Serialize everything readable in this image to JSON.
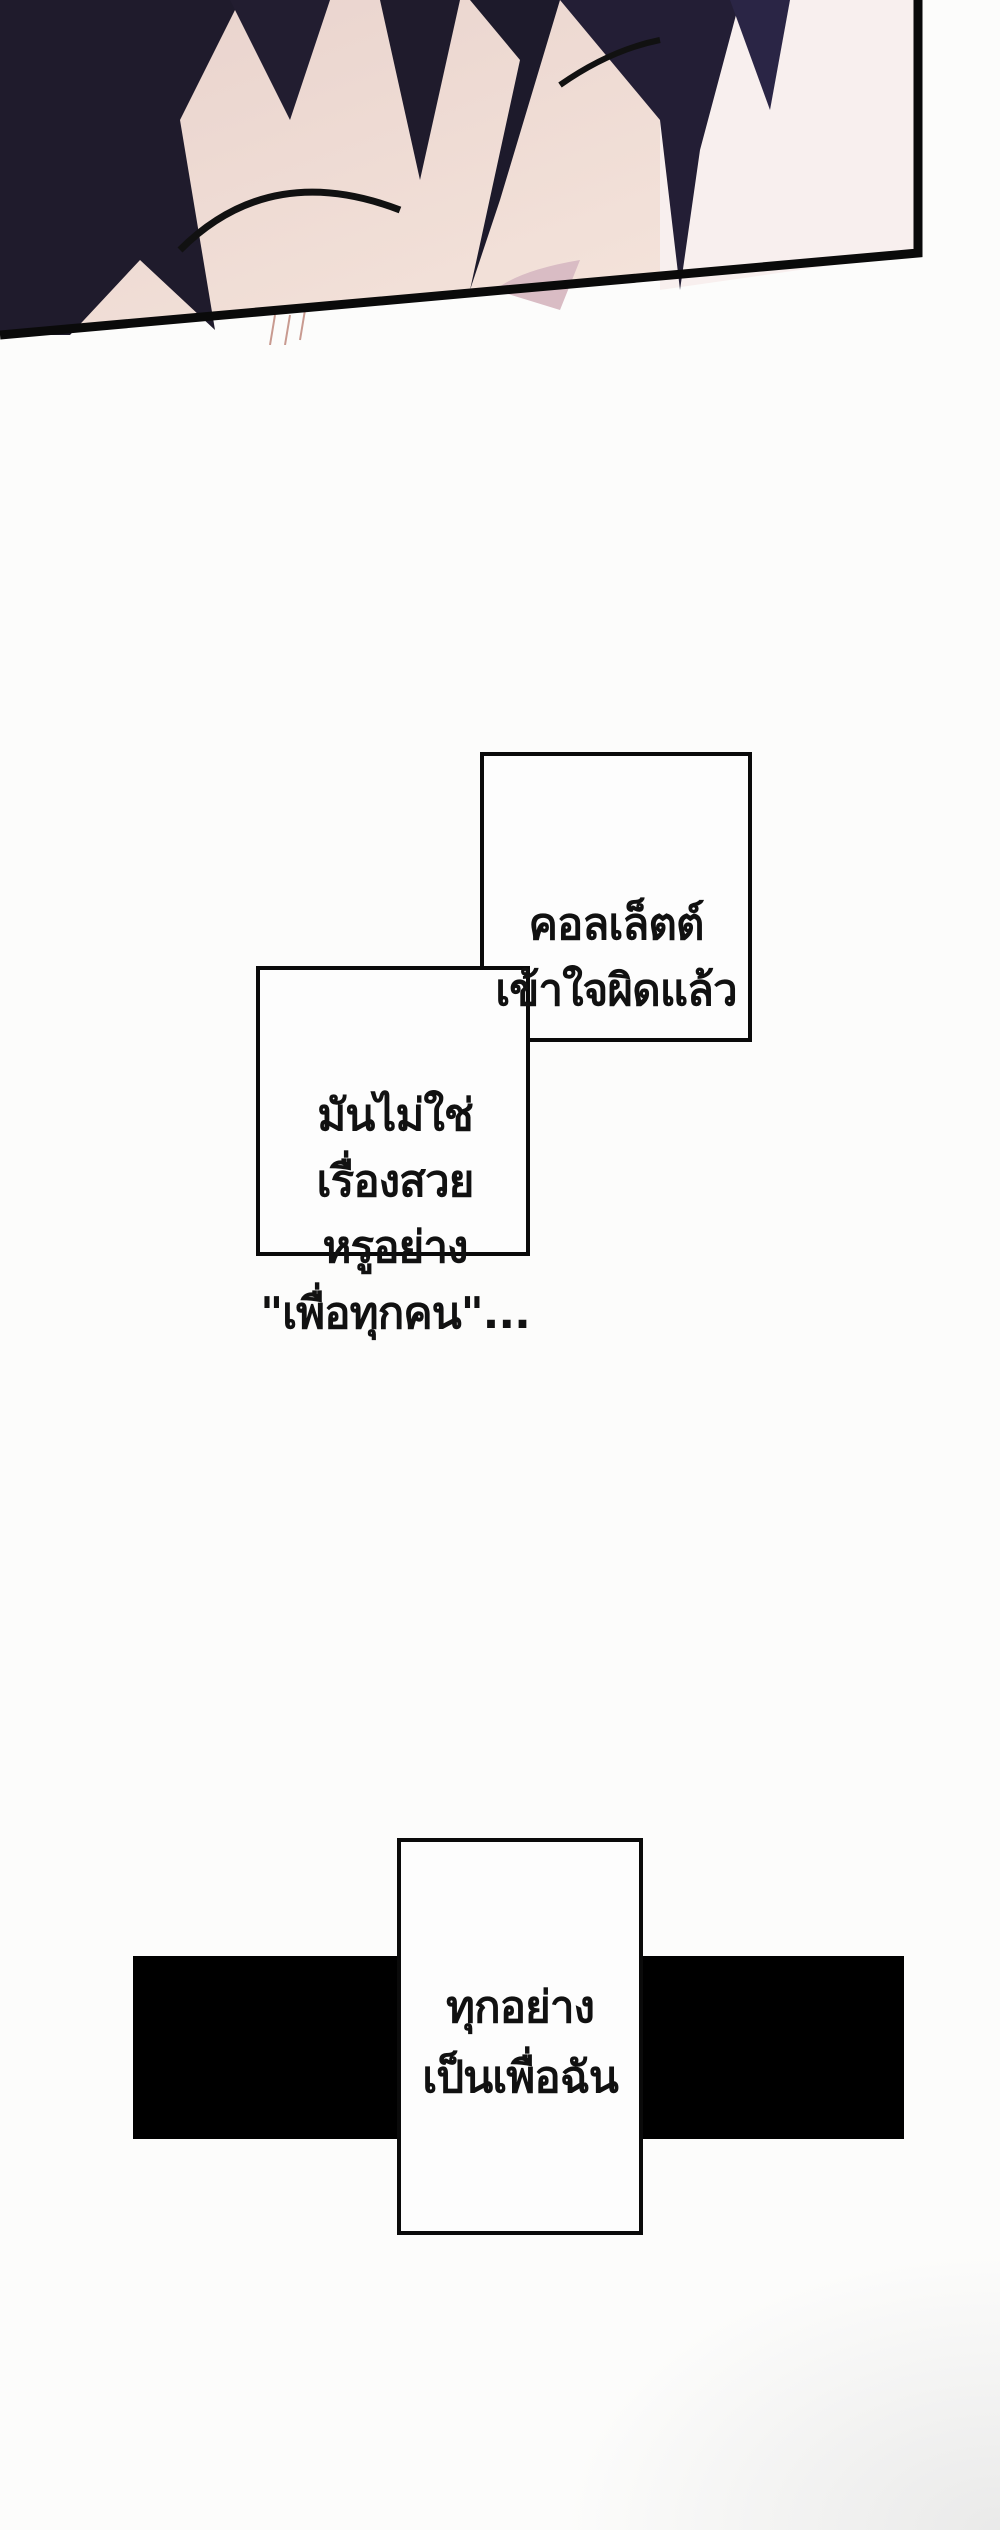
{
  "panel_top": {
    "description": "Close-up of smiling dark-haired character with closed eyes",
    "colors": {
      "skin": "#f3ddd0",
      "hair": "#1c1a2e",
      "background": "#f6ecea",
      "border": "#0a0a0a"
    }
  },
  "dialogue": {
    "box1_lines": [
      "คอลเล็ตต์",
      "เข้าใจผิดแล้ว"
    ],
    "box2_lines": [
      "มันไม่ใช่",
      "เรื่องสวย",
      "หรูอย่าง",
      "\"เพื่อทุกคน\"..."
    ],
    "box3_lines": [
      "ทุกอย่าง",
      "เป็นเพื่อฉัน"
    ]
  }
}
